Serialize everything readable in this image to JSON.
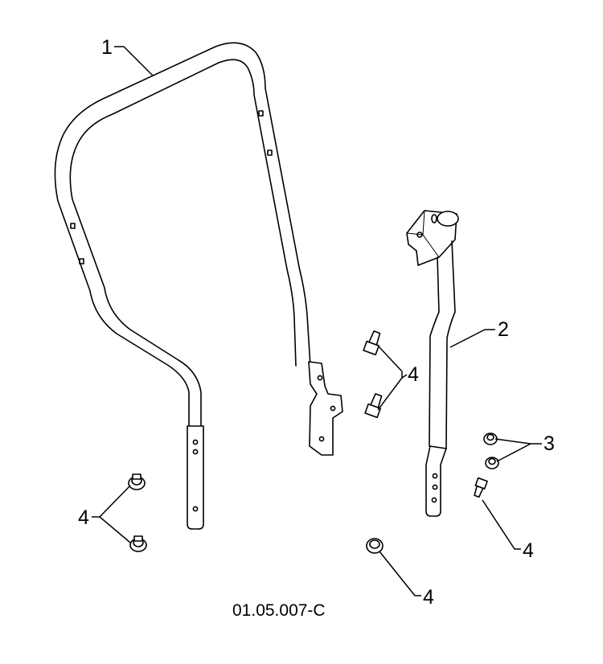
{
  "diagram": {
    "callouts": {
      "c1": "1",
      "c2": "2",
      "c3": "3",
      "c4_mid": "4",
      "c4_left": "4",
      "c4_right": "4",
      "c4_bottom": "4"
    },
    "drawing_code": "01.05.007-C",
    "colors": {
      "line": "#000000",
      "background": "#ffffff"
    }
  }
}
